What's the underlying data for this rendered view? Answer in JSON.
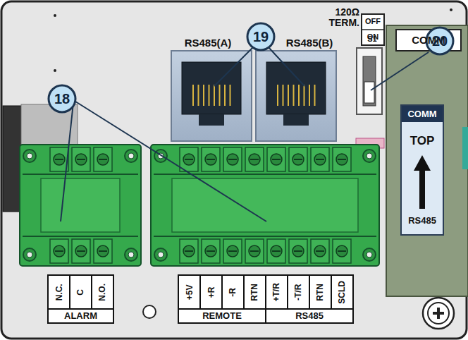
{
  "diagram": {
    "nodes": [
      {
        "text": [
          "COMM",
          "TOP",
          "RS485"
        ]
      }
    ],
    "labels": [
      "120Ω TERM.",
      "OFF",
      "ON",
      "S1",
      "COMM",
      "RS485(A)",
      "RS485(B)",
      "18",
      "19",
      "20",
      "N.C.",
      "C",
      "N.O.",
      "ALARM",
      "+5V",
      "+R",
      "-R",
      "RTN",
      "+T/R",
      "-T/R",
      "RTN",
      "SCLD",
      "REMOTE",
      "RS485"
    ]
  }
}
